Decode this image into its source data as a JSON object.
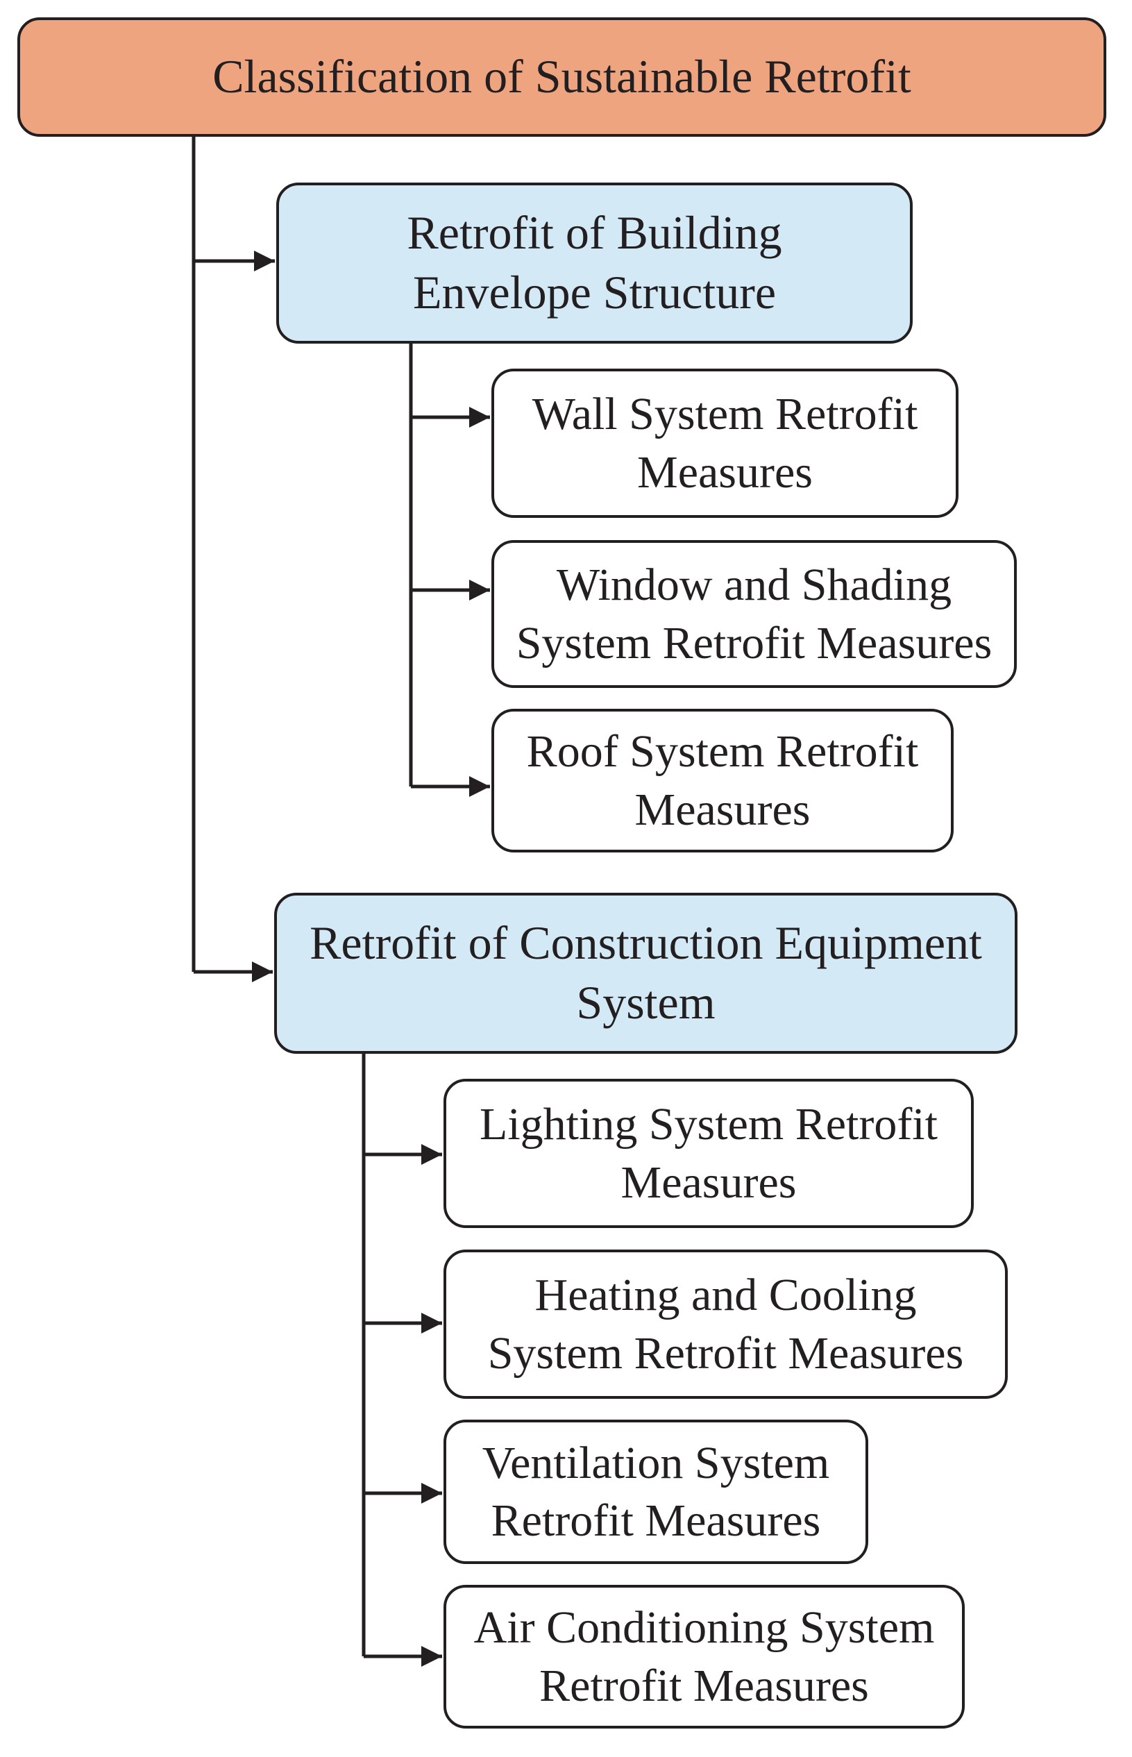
{
  "root": {
    "label": "Classification of Sustainable Retrofit",
    "color": "#eea47e"
  },
  "categories": [
    {
      "label_lines": [
        "Retrofit of Building",
        "Envelope Structure"
      ],
      "color": "#d3e9f6",
      "measures": [
        {
          "label_lines": [
            "Wall System Retrofit",
            "Measures"
          ]
        },
        {
          "label_lines": [
            "Window and Shading",
            "System Retrofit Measures"
          ]
        },
        {
          "label_lines": [
            "Roof System Retrofit",
            "Measures"
          ]
        }
      ]
    },
    {
      "label_lines": [
        "Retrofit of Construction Equipment",
        "System"
      ],
      "color": "#d3e9f6",
      "measures": [
        {
          "label_lines": [
            "Lighting System Retrofit",
            "Measures"
          ]
        },
        {
          "label_lines": [
            "Heating and Cooling",
            "System Retrofit Measures"
          ]
        },
        {
          "label_lines": [
            "Ventilation System",
            "Retrofit Measures"
          ]
        },
        {
          "label_lines": [
            "Air Conditioning System",
            "Retrofit Measures"
          ]
        }
      ]
    }
  ],
  "colors": {
    "line": "#231f20",
    "leaf": "#ffffff"
  }
}
